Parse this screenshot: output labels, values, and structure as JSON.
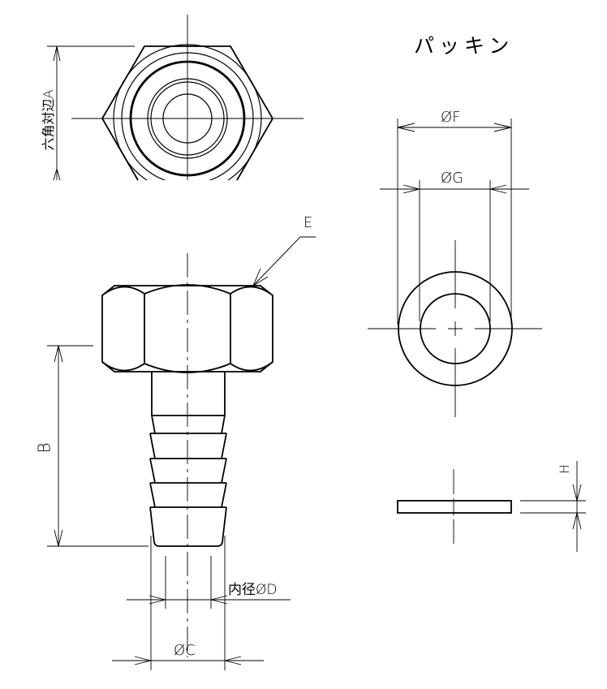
{
  "drawing": {
    "type": "technical-drawing",
    "subject": "hex nut hose barb fitting with packing (gasket)",
    "views": [
      "hex-top-view",
      "side-view",
      "packing-top-view",
      "packing-side-view"
    ]
  },
  "labels": {
    "packing_title": "パッキン",
    "hex_across_flats": "六角対辺A",
    "length_B": "B",
    "outer_dia_C": "ØC",
    "inner_dia_D": "内径ØD",
    "chamfer_E": "E",
    "packing_outer_F": "ØF",
    "packing_inner_G": "ØG",
    "packing_thickness_H": "H"
  },
  "colors": {
    "line": "#000000",
    "background": "#ffffff"
  }
}
